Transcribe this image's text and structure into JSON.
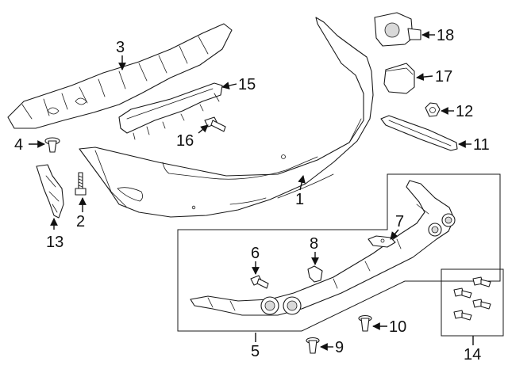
{
  "diagram": {
    "title": "Rear bumper cover assembly — exploded parts view",
    "callouts": [
      "1",
      "2",
      "3",
      "4",
      "5",
      "6",
      "7",
      "8",
      "9",
      "10",
      "11",
      "12",
      "13",
      "14",
      "15",
      "16",
      "17",
      "18"
    ],
    "colors": {
      "line": "#1a1a1a",
      "fill": "#ffffff",
      "shade": "#d9d9d9",
      "background": "#ffffff"
    }
  }
}
